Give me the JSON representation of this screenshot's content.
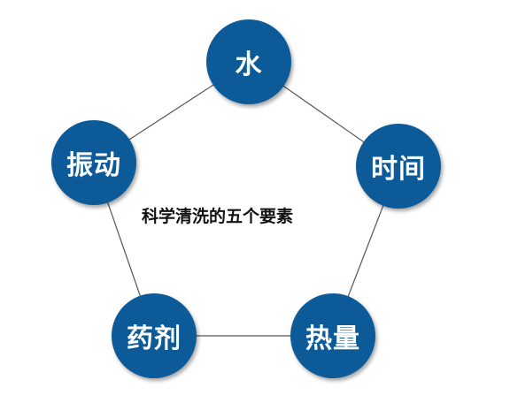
{
  "diagram": {
    "title": "科学清洗的五个要素",
    "nodes": [
      {
        "id": "water",
        "label": "水"
      },
      {
        "id": "time",
        "label": "时间"
      },
      {
        "id": "heat",
        "label": "热量"
      },
      {
        "id": "chemical",
        "label": "药剂"
      },
      {
        "id": "vibration",
        "label": "振动"
      }
    ],
    "edges": [
      [
        "water",
        "time"
      ],
      [
        "time",
        "heat"
      ],
      [
        "heat",
        "chemical"
      ],
      [
        "chemical",
        "vibration"
      ],
      [
        "vibration",
        "water"
      ]
    ],
    "colors": {
      "node_fill": "#0c5a97",
      "node_text": "#ffffff",
      "edge": "#555555",
      "title_text": "#111111"
    }
  }
}
